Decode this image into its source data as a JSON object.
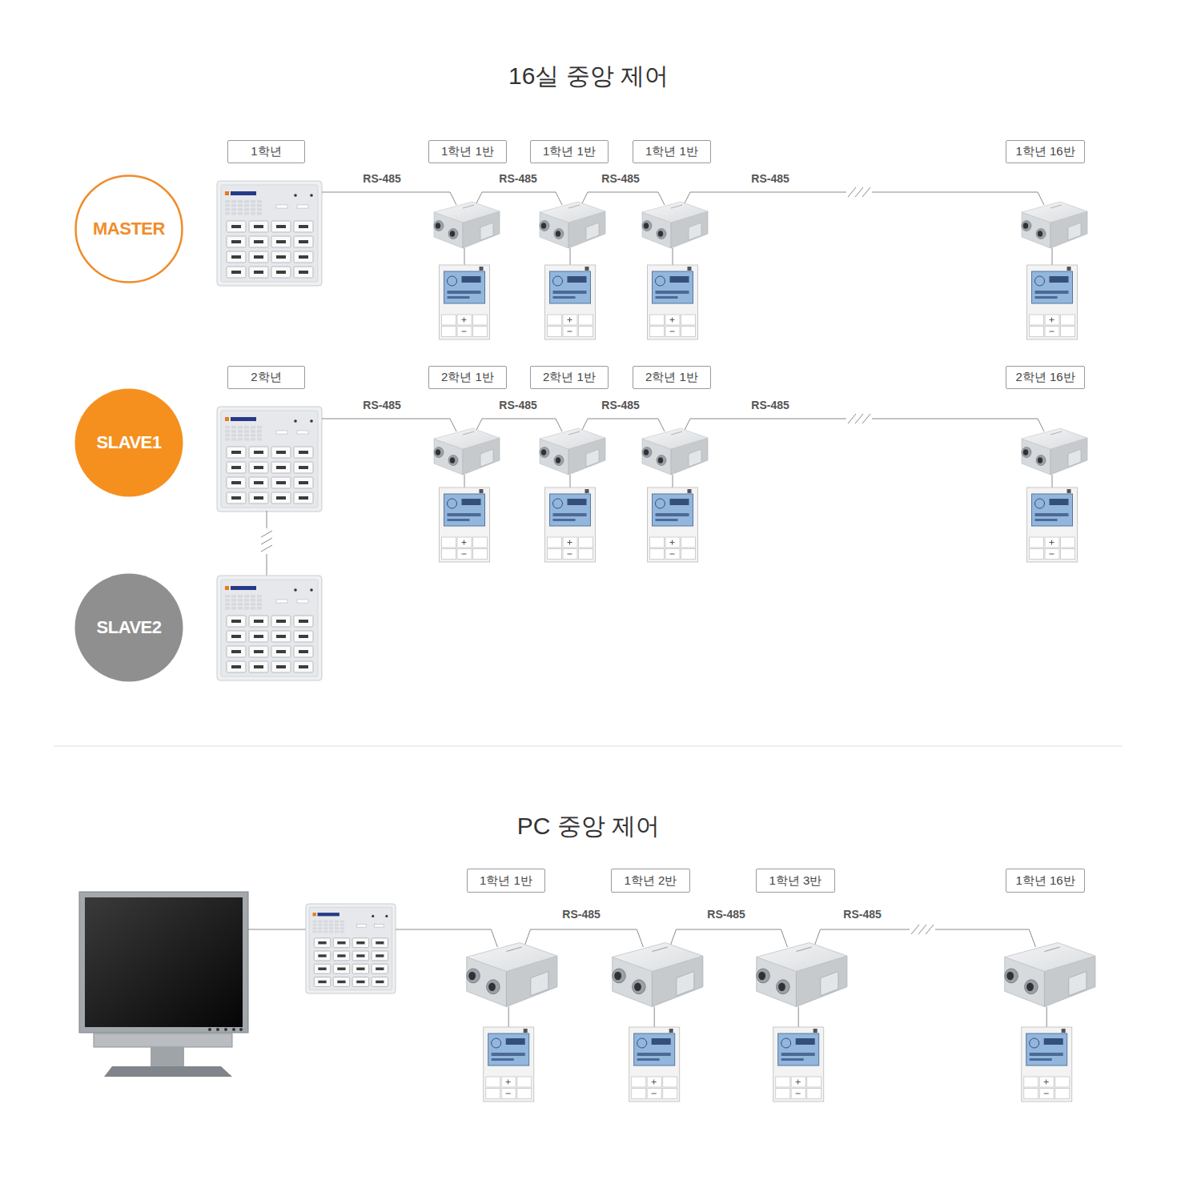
{
  "diagram": {
    "title": "16실 중앙 제어",
    "nodes": [
      {
        "text": [
          "1학년"
        ]
      },
      {
        "text": [
          "1학년 1반"
        ]
      },
      {
        "text": [
          "1학년 1반"
        ]
      },
      {
        "text": [
          "1학년 1반"
        ]
      },
      {
        "text": [
          "1학년 16반"
        ]
      },
      {
        "text": [
          "MASTER"
        ]
      },
      {
        "text": [
          "2학년"
        ]
      },
      {
        "text": [
          "2학년 1반"
        ]
      },
      {
        "text": [
          "2학년 1반"
        ]
      },
      {
        "text": [
          "2학년 1반"
        ]
      },
      {
        "text": [
          "2학년 16반"
        ]
      },
      {
        "text": [
          "SLAVE1"
        ]
      },
      {
        "text": [
          "SLAVE2"
        ]
      },
      {
        "text": [
          "1학년 1반"
        ]
      },
      {
        "text": [
          "1학년 2반"
        ]
      },
      {
        "text": [
          "1학년 3반"
        ]
      },
      {
        "text": [
          "1학년 16반"
        ]
      }
    ],
    "labels": [
      "RS-485",
      "RS-485",
      "RS-485",
      "RS-485",
      "RS-485",
      "RS-485",
      "RS-485",
      "RS-485",
      "PC 중앙 제어",
      "RS-485",
      "RS-485",
      "RS-485"
    ]
  }
}
